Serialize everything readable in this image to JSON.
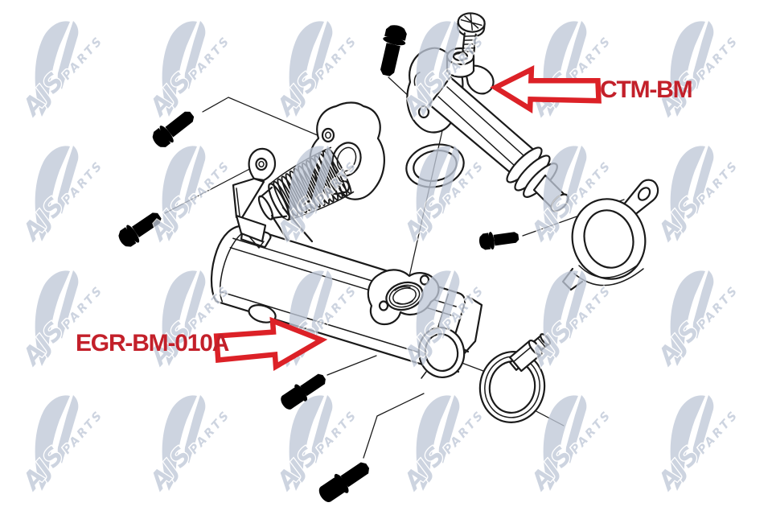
{
  "watermark": {
    "brand": "AJS",
    "brand_sub": "PARTS",
    "color": "#bfc8d8",
    "grid_cols": [
      90,
      248,
      406,
      564,
      722,
      880
    ],
    "grid_rows": [
      88,
      243,
      398,
      553
    ]
  },
  "annotations": {
    "text_color": "#c3202a",
    "arrow_color": "#dc2127",
    "part_labels": [
      {
        "id": "ctm",
        "text": "CTM-BM",
        "arrow_direction": "left"
      },
      {
        "id": "egr",
        "text": "EGR-BM-010A",
        "arrow_direction": "right"
      }
    ]
  },
  "drawing": {
    "stroke_color": "#1a1a1a",
    "parts": [
      "flange-hex-bolt-top-left",
      "flange-hex-bolt-left",
      "valve-mounting-hex-bolt",
      "slotted-screw",
      "egr-valve-ctm-bm",
      "valve-flange-plate",
      "o-ring-gasket",
      "pipe-mounting-clamp",
      "clamp-hex-bolt",
      "bellows-flange-pipe",
      "mounting-bracket",
      "egr-cooler-body-egr-bm-010a",
      "cooler-outlet-flange",
      "outlet-pipe-ring",
      "hose-clamp",
      "socket-head-bolt",
      "flanged-socket-bolt-bottom"
    ]
  }
}
